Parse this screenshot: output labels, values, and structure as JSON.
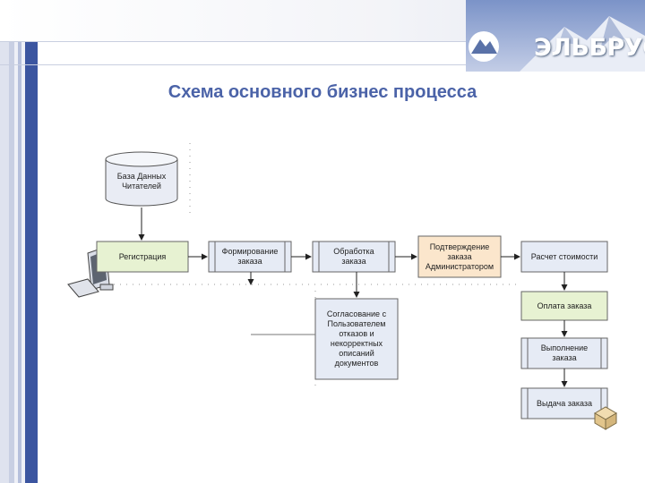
{
  "slide": {
    "title": "Схема основного бизнес процесса",
    "logo_text": "ЭЛЬБРУС"
  },
  "diagram": {
    "database": {
      "label": "База Данных Читателей"
    },
    "steps": {
      "registration": "Регистрация",
      "ordering": "Формирование заказа",
      "processing": "Обработка заказа",
      "confirmation": "Подтверждение заказа Администратором",
      "cost": "Расчет стоимости",
      "payment": "Оплата заказа",
      "fulfillment": "Выполнение заказа",
      "delivery": "Выдача заказа",
      "agreement": "Согласование с Пользователем отказов и некорректных описаний документов"
    }
  },
  "colors": {
    "title": "#4b63a8",
    "stripe_dark": "#3b55a0",
    "box_blue": "#e6ebf5",
    "box_green": "#e7f2d2",
    "box_orange": "#fbe6cc",
    "db_fill": "#e9ecf4"
  }
}
